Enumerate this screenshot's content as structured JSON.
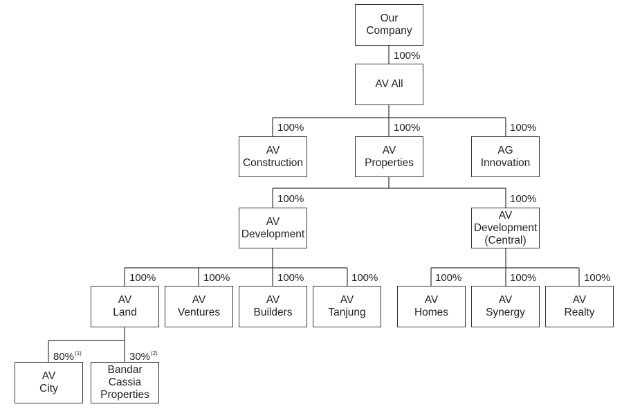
{
  "nodes": {
    "our_company": [
      "Our",
      "Company"
    ],
    "av_all": [
      "AV All"
    ],
    "av_construction": [
      "AV",
      "Construction"
    ],
    "av_properties": [
      "AV",
      "Properties"
    ],
    "ag_innovation": [
      "AG",
      "Innovation"
    ],
    "av_development": [
      "AV",
      "Development"
    ],
    "av_development_central": [
      "AV",
      "Development",
      "(Central)"
    ],
    "av_land": [
      "AV",
      "Land"
    ],
    "av_ventures": [
      "AV",
      "Ventures"
    ],
    "av_builders": [
      "AV",
      "Builders"
    ],
    "av_tanjung": [
      "AV",
      "Tanjung"
    ],
    "av_homes": [
      "AV",
      "Homes"
    ],
    "av_synergy": [
      "AV",
      "Synergy"
    ],
    "av_realty": [
      "AV",
      "Realty"
    ],
    "av_city": [
      "AV",
      "City"
    ],
    "bandar_cassia": [
      "Bandar",
      "Cassia",
      "Properties"
    ]
  },
  "stakes": {
    "av_all": "100%",
    "av_construction": "100%",
    "av_properties": "100%",
    "ag_innovation": "100%",
    "av_development": "100%",
    "av_development_central": "100%",
    "av_land": "100%",
    "av_ventures": "100%",
    "av_builders": "100%",
    "av_tanjung": "100%",
    "av_homes": "100%",
    "av_synergy": "100%",
    "av_realty": "100%",
    "av_city": "80%",
    "av_city_note": "(1)",
    "bandar_cassia": "30%",
    "bandar_cassia_note": "(2)"
  }
}
